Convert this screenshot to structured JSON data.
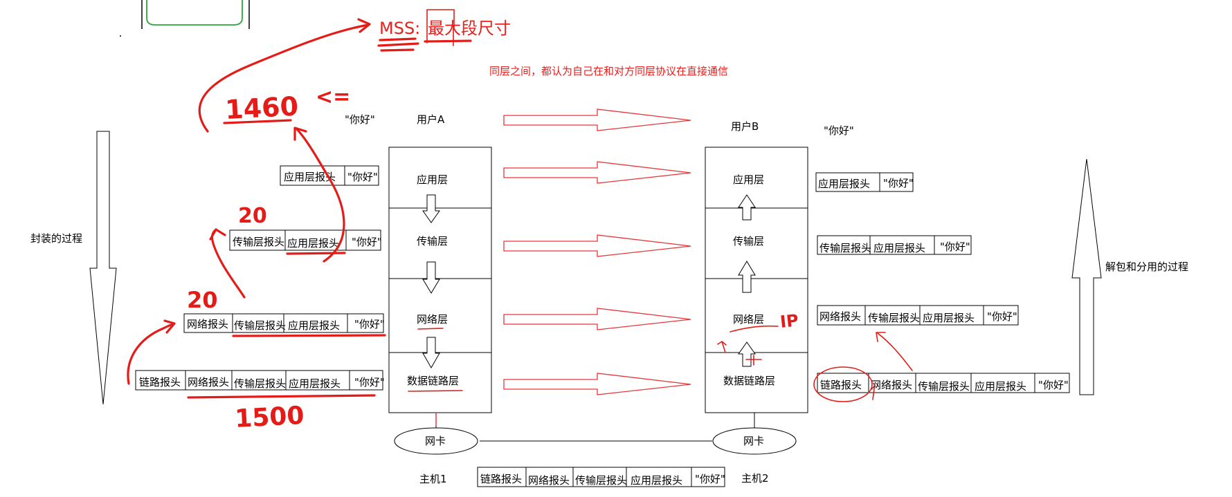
{
  "top_note": {
    "prefix": "MSS:",
    "highlight": "最大段尺寸"
  },
  "peer_note": "同层之间，都认为自己在和对方同层协议在直接通信",
  "encapsulation_label": "封装的过程",
  "decapsulation_label": "解包和分用的过程",
  "user_a": "用户A",
  "user_b": "用户B",
  "message": "\"你好\"",
  "layers": [
    "应用层",
    "传输层",
    "网络层",
    "数据链路层"
  ],
  "nic_label": "网卡",
  "host1": "主机1",
  "host2": "主机2",
  "headers": {
    "app": "应用层报头",
    "transport": "传输层报头",
    "network": "网络报头",
    "link": "链路报头",
    "payload": "\"你好\""
  },
  "annotations": {
    "mss_value": "1460",
    "lte": "<=",
    "tcp_header_size": "20",
    "ip_header_size": "20",
    "mtu": "1500",
    "ip_mark": "IP"
  }
}
